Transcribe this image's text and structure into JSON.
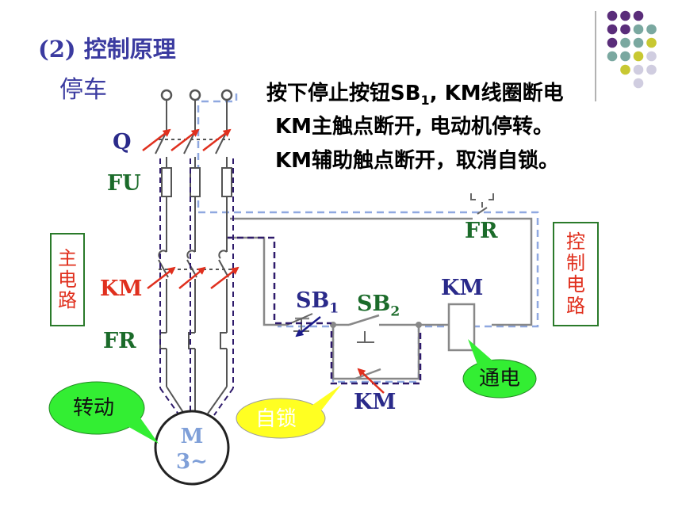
{
  "title": {
    "prefix": "(2) ",
    "text": "控制原理"
  },
  "subtitle": "停车",
  "description": {
    "line1_a": "按下停止按钮SB",
    "line1_sub": "1",
    "line1_b": ", KM线圈断电",
    "line2": "KM主触点断开, 电动机停转。",
    "line3": "KM辅助触点断开，取消自锁。"
  },
  "labels": {
    "q": "Q",
    "fu": "FU",
    "km_main": "KM",
    "fr_main": "FR",
    "fr_ctrl": "FR",
    "sb1": "SB",
    "sb1_sub": "1",
    "sb2": "SB",
    "sb2_sub": "2",
    "km_coil": "KM",
    "km_aux": "KM"
  },
  "main_circuit_box": [
    "主",
    "电",
    "路"
  ],
  "control_circuit_box": [
    "控",
    "制",
    "电",
    "路"
  ],
  "callouts": {
    "rotating": "转动",
    "self_lock": "自锁",
    "energized": "通电"
  },
  "motor": {
    "line1": "M",
    "line2": "3~"
  },
  "colors": {
    "title": "#3b3ba0",
    "label_green": "#1b6b2a",
    "label_navy": "#2a2a8a",
    "label_red": "#e0301e",
    "bubble_green": "#33ee33",
    "bubble_yellow": "#ffff22",
    "dash_path": "#2e1a6b",
    "dash_loop": "#8fa8e0",
    "wire": "#888888",
    "dot_purple": "#5a2d7a",
    "dot_teal": "#7aa8a0",
    "dot_olive": "#c8c832",
    "dot_lavender": "#d0cde0"
  }
}
